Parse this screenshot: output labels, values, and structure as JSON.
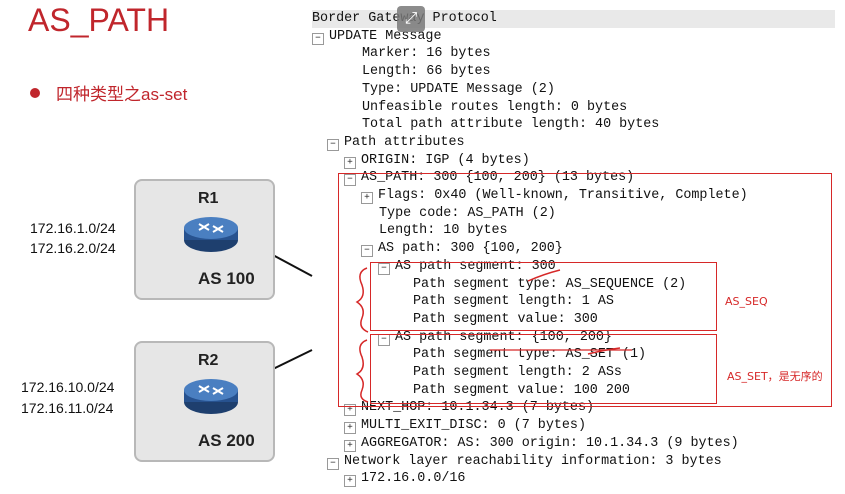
{
  "slide": {
    "title": "AS_PATH",
    "bullet": "四种类型之as-set"
  },
  "routers": [
    {
      "name": "R1",
      "as": "AS 100",
      "networks": [
        "172.16.1.0/24",
        "172.16.2.0/24"
      ]
    },
    {
      "name": "R2",
      "as": "AS 200",
      "networks": [
        "172.16.10.0/24",
        "172.16.11.0/24"
      ]
    }
  ],
  "tree": {
    "header": "Border Gateway Protocol",
    "rows": [
      {
        "text": "UPDATE Message",
        "exp": "−"
      },
      {
        "text": "Marker: 16 bytes"
      },
      {
        "text": "Length: 66 bytes"
      },
      {
        "text": "Type: UPDATE Message (2)"
      },
      {
        "text": "Unfeasible routes length: 0 bytes"
      },
      {
        "text": "Total path attribute length: 40 bytes"
      },
      {
        "text": "Path attributes",
        "exp": "−"
      },
      {
        "text": "ORIGIN: IGP (4 bytes)",
        "exp": "+"
      },
      {
        "text": "AS_PATH: 300 {100, 200} (13 bytes)",
        "exp": "−"
      },
      {
        "text": "Flags: 0x40 (Well-known, Transitive, Complete)",
        "exp": "+"
      },
      {
        "text": "Type code: AS_PATH (2)"
      },
      {
        "text": "Length: 10 bytes"
      },
      {
        "text": "AS path: 300 {100, 200}",
        "exp": "−"
      },
      {
        "text": "AS path segment: 300",
        "exp": "−"
      },
      {
        "text": "Path segment type: AS_SEQUENCE (2)"
      },
      {
        "text": "Path segment length: 1 AS"
      },
      {
        "text": "Path segment value: 300"
      },
      {
        "text": "AS path segment: {100, 200}",
        "exp": "−"
      },
      {
        "text": "Path segment type: AS_SET (1)"
      },
      {
        "text": "Path segment length: 2 ASs"
      },
      {
        "text": "Path segment value: 100 200"
      },
      {
        "text": "NEXT_HOP: 10.1.34.3 (7 bytes)",
        "exp": "+"
      },
      {
        "text": "MULTI_EXIT_DISC: 0 (7 bytes)",
        "exp": "+"
      },
      {
        "text": "AGGREGATOR: AS: 300 origin: 10.1.34.3 (9 bytes)",
        "exp": "+"
      },
      {
        "text": "Network layer reachability information: 3 bytes",
        "exp": "−"
      },
      {
        "text": "172.16.0.0/16",
        "exp": "+"
      }
    ]
  },
  "annotations": {
    "seq": "AS_SEQ",
    "set": "AS_SET，是无序的"
  },
  "colors": {
    "accent": "#c0262c",
    "annotation": "#d62828"
  }
}
